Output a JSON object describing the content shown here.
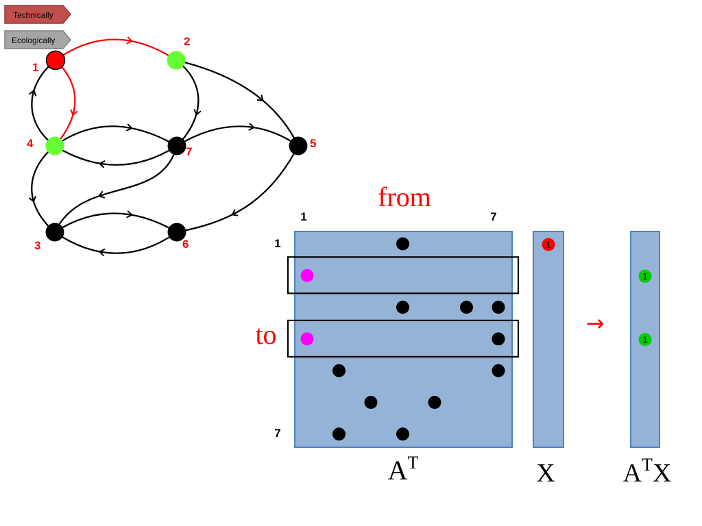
{
  "nav_tabs": [
    {
      "label": "Technically",
      "color": "#c0504d",
      "active": true
    },
    {
      "label": "Ecologically",
      "color": "#a6a6a6",
      "active": false
    }
  ],
  "graph": {
    "nodes": [
      {
        "id": "1",
        "label": "1",
        "color": "#ff0000"
      },
      {
        "id": "2",
        "label": "2",
        "color": "#66ff33"
      },
      {
        "id": "3",
        "label": "3",
        "color": "#000000"
      },
      {
        "id": "4",
        "label": "4",
        "color": "#66ff33"
      },
      {
        "id": "5",
        "label": "5",
        "color": "#000000"
      },
      {
        "id": "6",
        "label": "6",
        "color": "#000000"
      },
      {
        "id": "7",
        "label": "7",
        "color": "#000000"
      }
    ],
    "edges": [
      {
        "from": "1",
        "to": "2",
        "color": "#ff0000"
      },
      {
        "from": "1",
        "to": "4",
        "color": "#ff0000"
      },
      {
        "from": "4",
        "to": "1",
        "color": "#000000"
      },
      {
        "from": "2",
        "to": "5",
        "color": "#000000"
      },
      {
        "from": "2",
        "to": "7",
        "color": "#000000"
      },
      {
        "from": "4",
        "to": "7",
        "color": "#000000"
      },
      {
        "from": "7",
        "to": "4",
        "color": "#000000"
      },
      {
        "from": "7",
        "to": "5",
        "color": "#000000"
      },
      {
        "from": "7",
        "to": "3",
        "color": "#000000"
      },
      {
        "from": "4",
        "to": "3",
        "color": "#000000"
      },
      {
        "from": "3",
        "to": "6",
        "color": "#000000"
      },
      {
        "from": "6",
        "to": "3",
        "color": "#000000"
      },
      {
        "from": "5",
        "to": "6",
        "color": "#000000"
      }
    ],
    "label_color": "#ff0000"
  },
  "matrix": {
    "from_label": "from",
    "to_label": "to",
    "col_start": "1",
    "col_end": "7",
    "row_start": "1",
    "row_end": "7",
    "fill": "#95b3d7",
    "border": "#4f81bd",
    "entries": [
      {
        "row": 1,
        "col": 4,
        "color": "#000000"
      },
      {
        "row": 2,
        "col": 1,
        "color": "#ff00ff"
      },
      {
        "row": 3,
        "col": 4,
        "color": "#000000"
      },
      {
        "row": 3,
        "col": 6,
        "color": "#000000"
      },
      {
        "row": 3,
        "col": 7,
        "color": "#000000"
      },
      {
        "row": 4,
        "col": 1,
        "color": "#ff00ff"
      },
      {
        "row": 4,
        "col": 7,
        "color": "#000000"
      },
      {
        "row": 5,
        "col": 2,
        "color": "#000000"
      },
      {
        "row": 5,
        "col": 7,
        "color": "#000000"
      },
      {
        "row": 6,
        "col": 3,
        "color": "#000000"
      },
      {
        "row": 6,
        "col": 5,
        "color": "#000000"
      },
      {
        "row": 7,
        "col": 2,
        "color": "#000000"
      },
      {
        "row": 7,
        "col": 4,
        "color": "#000000"
      }
    ],
    "highlighted_rows": [
      2,
      4
    ],
    "caption_base": "A",
    "caption_sup": "T"
  },
  "vector_x": {
    "caption": "X",
    "entries": [
      {
        "row": 1,
        "value": "1",
        "color": "#ff0000"
      }
    ]
  },
  "arrow": "→",
  "arrow_color": "#ff0000",
  "result": {
    "caption_base": "A",
    "caption_sup": "T",
    "caption_tail": "X",
    "entries": [
      {
        "row": 2,
        "value": "1",
        "color": "#00cc00"
      },
      {
        "row": 4,
        "value": "1",
        "color": "#00cc00"
      }
    ]
  }
}
